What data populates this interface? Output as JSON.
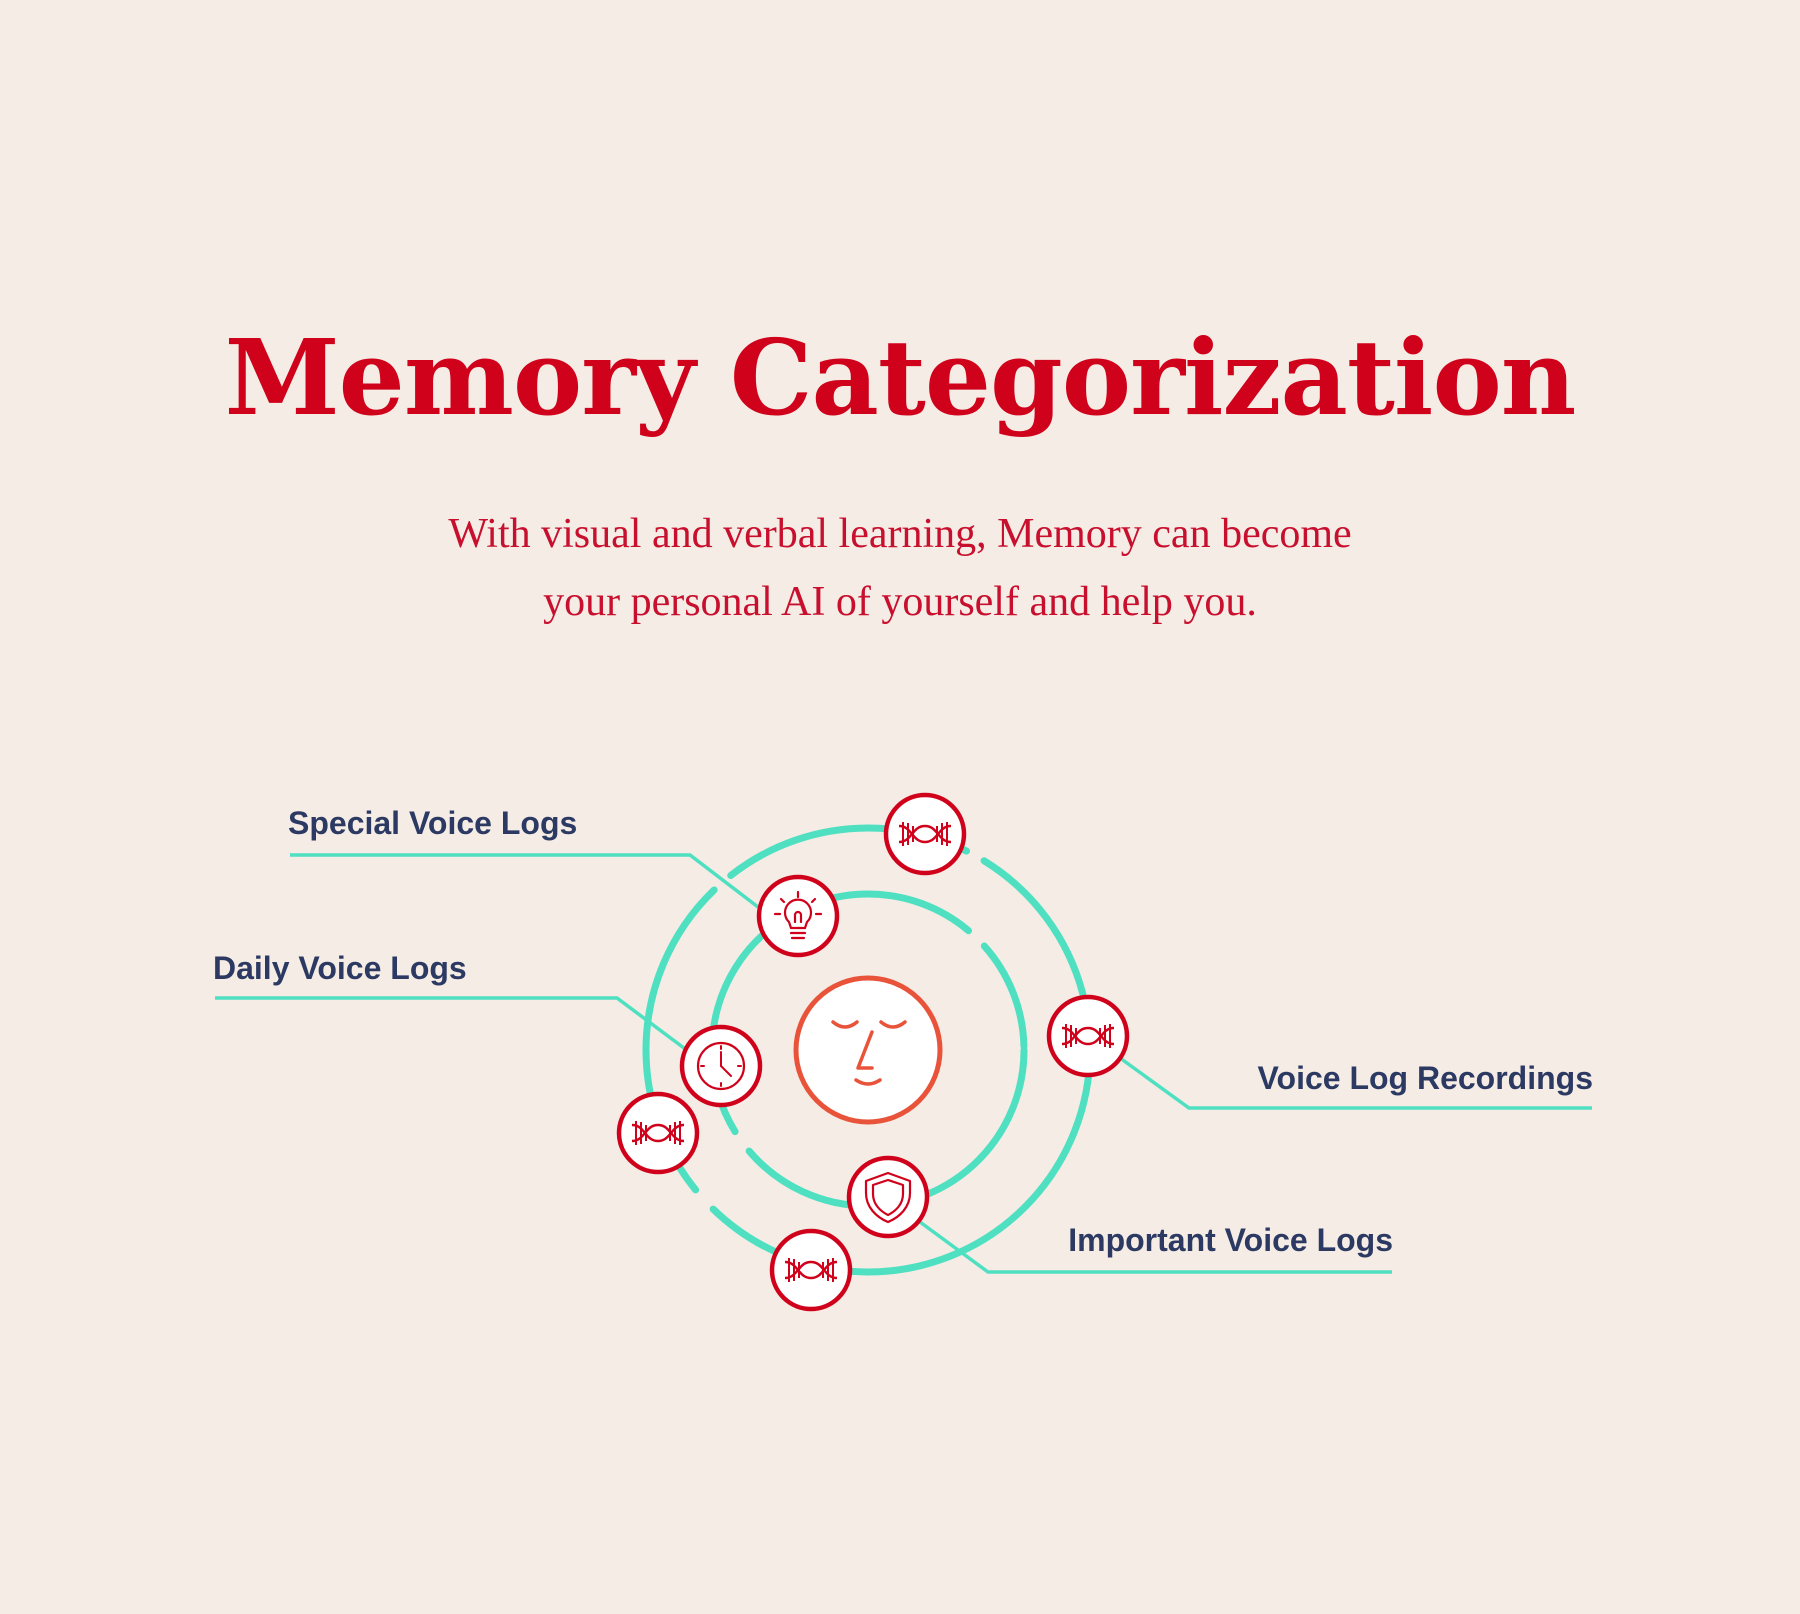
{
  "title": "Memory Categorization",
  "subtitle": {
    "line1": "With visual and verbal learning, Memory can become",
    "line2": "your personal AI of yourself and help you."
  },
  "labels": {
    "special": "Special Voice Logs",
    "daily": "Daily Voice Logs",
    "recordings": "Voice Log Recordings",
    "important": "Important Voice Logs"
  },
  "colors": {
    "background": "#f4ece5",
    "accent_red": "#d0021b",
    "orbit_teal": "#4fe0c1",
    "face_orange": "#e8533a",
    "label_navy": "#2c3a63"
  },
  "icons": [
    "dna-icon",
    "lightbulb-icon",
    "dna-icon",
    "clock-icon",
    "dna-icon",
    "shield-icon",
    "dna-icon",
    "sleeping-face-icon"
  ]
}
